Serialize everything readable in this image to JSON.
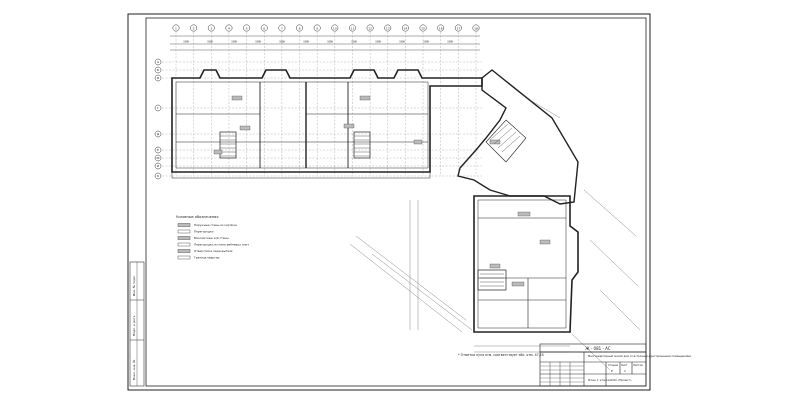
{
  "sheet": {
    "stamp_code": "Ж - 081 - АС",
    "footnote": "* Отметка нуля отм. соответствует абс. отм. 47,45"
  },
  "grid": {
    "top_axes": [
      "1",
      "2",
      "3",
      "4",
      "5",
      "6",
      "7",
      "8",
      "9",
      "10",
      "11",
      "12",
      "13",
      "14",
      "15",
      "16",
      "17",
      "18"
    ],
    "left_axes": [
      "А",
      "Б",
      "В",
      "Г",
      "Д",
      "Е",
      "Ж",
      "И",
      "К"
    ],
    "dims_top": [
      "3300",
      "3300",
      "3300",
      "3300",
      "3300",
      "3300",
      "3300",
      "3300",
      "3300",
      "3300",
      "3300",
      "3300"
    ]
  },
  "legend": {
    "title": "Условные обозначения",
    "items": [
      "Наружные стены из кирпича",
      "Перегородки",
      "Монолитные ж/б стены",
      "Перегородки из пазогребневых плит",
      "Отверстия в перекрытиях",
      "Граница квартир"
    ]
  },
  "title_block": {
    "description": "Многоквартирный жилой дом со встроенно-пристроенными помещениями",
    "stage_label": "Стадия",
    "sheet_label": "Лист",
    "sheets_label": "Листов",
    "stage": "Р",
    "sheet": "1",
    "drawing_title": "План 1 этажа",
    "org": "ООО «Проект»"
  },
  "side_stamp": [
    "Инв. № подл.",
    "Подп. и дата",
    "Взам. инв. №"
  ],
  "colors": {
    "line": "#333333",
    "fill": "#d9d9d9",
    "paper": "#ffffff"
  }
}
